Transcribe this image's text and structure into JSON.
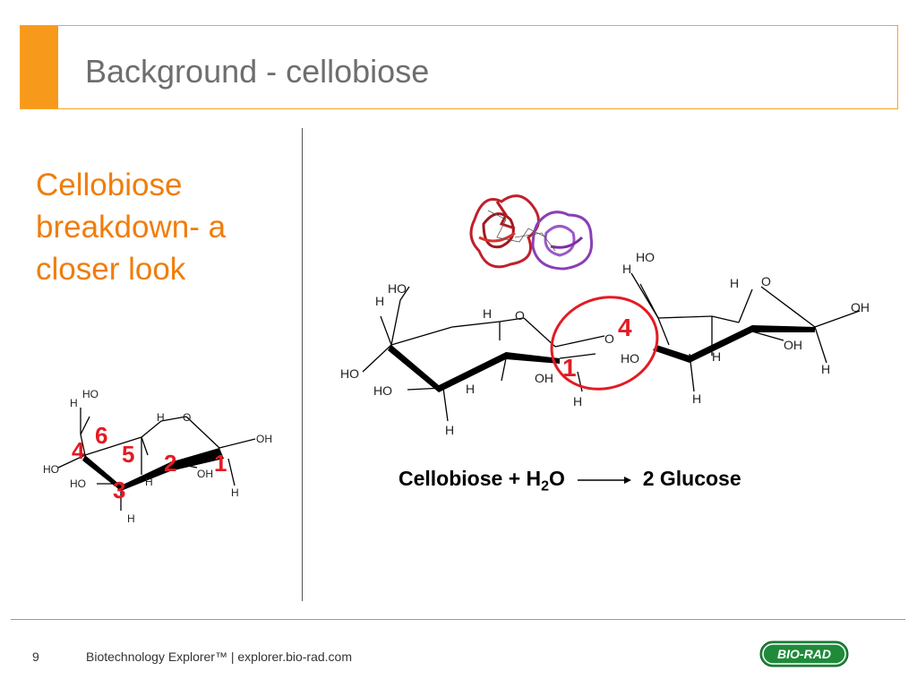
{
  "slide": {
    "title": "Background - cellobiose",
    "subheading_lines": [
      "Cellobiose",
      "breakdown- a",
      "closer look"
    ]
  },
  "small_glucose": {
    "labels": {
      "ho_top": "HO",
      "h_top": "H",
      "h_ring": "H",
      "o_ring": "O",
      "oh_right": "OH",
      "ho_left": "HO",
      "oh_mid": "OH",
      "ho_bottom": "HO",
      "h_mid": "H",
      "h_bottom": "H",
      "h_right": "H"
    },
    "numbers": [
      "6",
      "4",
      "5",
      "2",
      "1",
      "3"
    ]
  },
  "cellobiose": {
    "labels": {
      "l_ho_top": "HO",
      "l_h_top": "H",
      "l_h_ring": "H",
      "l_o_ring": "O",
      "l_ho_left": "HO",
      "l_ho_bottom": "HO",
      "l_h_mid": "H",
      "l_oh": "OH",
      "l_h_bottom": "H",
      "bridge_o": "O",
      "bridge_h": "H",
      "r_ho_top": "HO",
      "r_h_top": "H",
      "r_h_ring": "H",
      "r_o_ring": "O",
      "r_oh_right": "OH",
      "r_oh_mid": "OH",
      "r_ho": "HO",
      "r_h_mid": "H",
      "r_h_bottom": "H",
      "r_h_right": "H"
    },
    "numbers": {
      "four": "4",
      "one": "1"
    }
  },
  "equation": {
    "reactant": "Cellobiose + H",
    "subscript": "2",
    "oxygen": "O",
    "product": "2 Glucose"
  },
  "footer": {
    "page_number": "9",
    "text": "Biotechnology Explorer™ |   explorer.bio-rad.com",
    "logo_text": "BIO-RAD"
  },
  "colors": {
    "accent": "#f79a1c",
    "subhead": "#f07d0a",
    "red": "#e31b23",
    "logo_green": "#1f8a3a"
  }
}
